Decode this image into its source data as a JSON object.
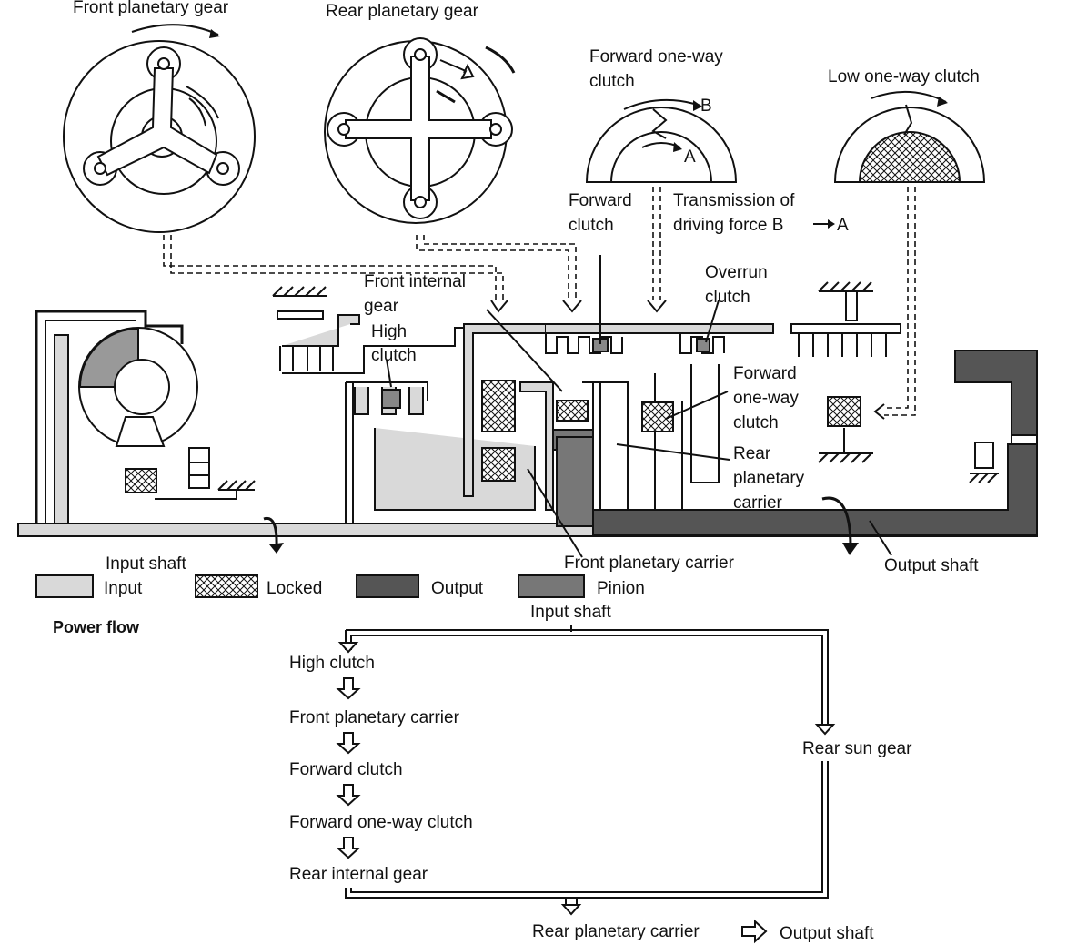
{
  "labels": {
    "front_planetary_gear": "Front planetary gear",
    "rear_planetary_gear": "Rear planetary gear",
    "forward_one_way_clutch_top_1": "Forward one-way",
    "forward_one_way_clutch_top_2": "clutch",
    "low_one_way_clutch": "Low one-way clutch",
    "mark_b": "B",
    "mark_a": "A",
    "forward_clutch_1": "Forward",
    "forward_clutch_2": "clutch",
    "transmission_1": "Transmission of",
    "transmission_2": "driving force B",
    "transmission_a": "A",
    "overrun_clutch_1": "Overrun",
    "overrun_clutch_2": "clutch",
    "front_internal_gear_1": "Front internal",
    "front_internal_gear_2": "gear",
    "high_clutch_1": "High",
    "high_clutch_2": "clutch",
    "forward_one_way_clutch_mid_1": "Forward",
    "forward_one_way_clutch_mid_2": "one-way",
    "forward_one_way_clutch_mid_3": "clutch",
    "rear_planetary_carrier_1": "Rear",
    "rear_planetary_carrier_2": "planetary",
    "rear_planetary_carrier_3": "carrier",
    "input_shaft": "Input shaft",
    "front_planetary_carrier": "Front planetary carrier",
    "output_shaft": "Output shaft"
  },
  "legend": {
    "input": "Input",
    "locked": "Locked",
    "output": "Output",
    "pinion": "Pinion"
  },
  "power_flow": {
    "title": "Power flow",
    "source": "Input shaft",
    "left_branch": [
      "High clutch",
      "Front planetary carrier",
      "Forward clutch",
      "Forward one-way clutch",
      "Rear internal gear"
    ],
    "right_branch": [
      "Rear sun gear"
    ],
    "merge": "Rear planetary carrier",
    "final": "Output shaft"
  }
}
